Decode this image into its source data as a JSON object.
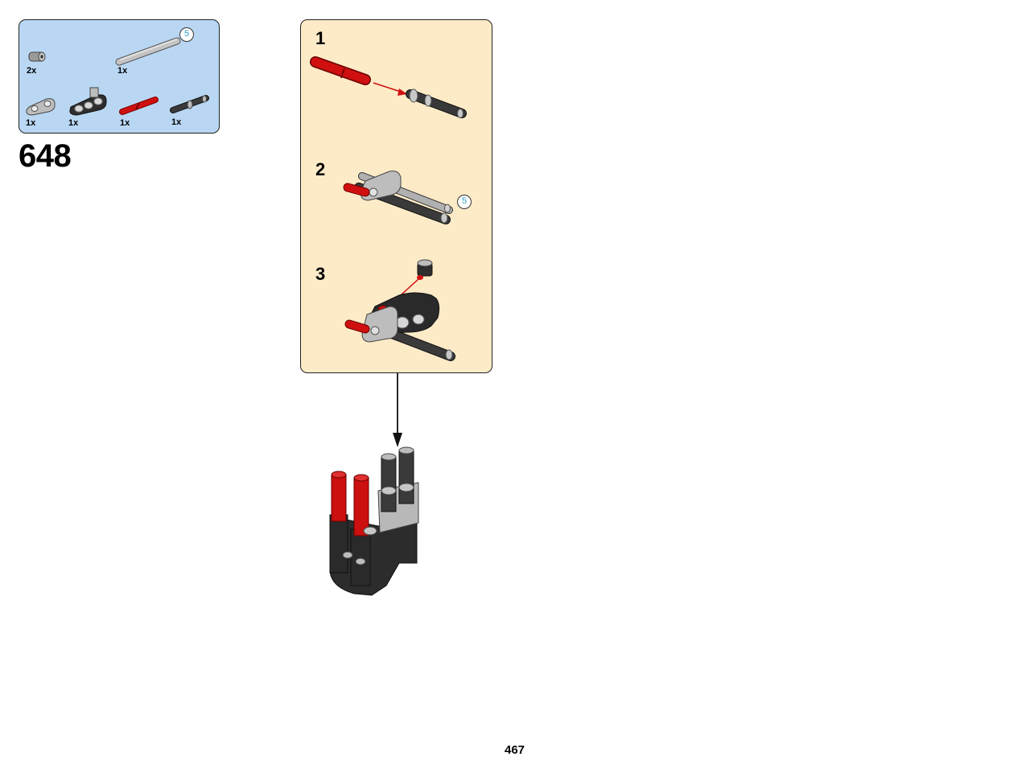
{
  "step": {
    "number": "648"
  },
  "parts_list": {
    "items": [
      {
        "qty": "2x",
        "part": "bush-grey"
      },
      {
        "qty": "1x",
        "part": "axle-grey-5",
        "length_badge": "5"
      },
      {
        "qty": "1x",
        "part": "beam-2-grey"
      },
      {
        "qty": "1x",
        "part": "beam-3-black"
      },
      {
        "qty": "1x",
        "part": "axle-pin-red"
      },
      {
        "qty": "1x",
        "part": "pin-black"
      }
    ]
  },
  "substeps": [
    {
      "number": "1"
    },
    {
      "number": "2",
      "length_badge": "5"
    },
    {
      "number": "3"
    }
  ],
  "page": {
    "number": "467"
  },
  "colors": {
    "parts_bg": "#b9d7f3",
    "substep_bg": "#fdebc8",
    "red_part": "#d01010",
    "black_part": "#2a2a2a",
    "grey_part": "#b5b5b5"
  }
}
